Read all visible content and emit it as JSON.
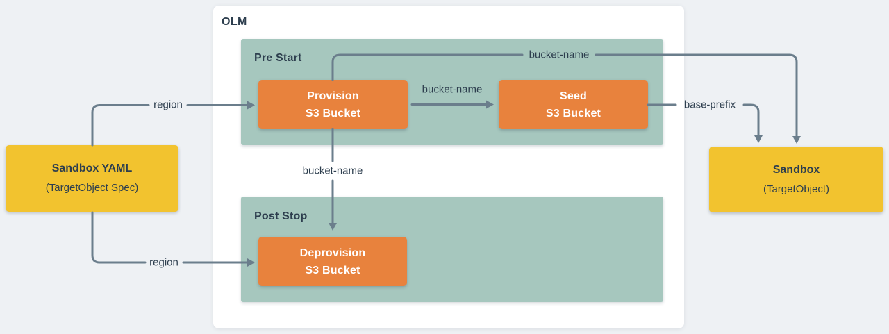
{
  "diagram": {
    "panel_title": "OLM",
    "groups": {
      "pre_start": {
        "label": "Pre Start"
      },
      "post_stop": {
        "label": "Post Stop"
      }
    },
    "nodes": {
      "sandbox_yaml": {
        "title": "Sandbox YAML",
        "subtitle": "(TargetObject Spec)"
      },
      "provision": {
        "line1": "Provision",
        "line2": "S3 Bucket"
      },
      "seed": {
        "line1": "Seed",
        "line2": "S3 Bucket"
      },
      "deprovision": {
        "line1": "Deprovision",
        "line2": "S3 Bucket"
      },
      "sandbox": {
        "title": "Sandbox",
        "subtitle": "(TargetObject)"
      }
    },
    "edge_labels": {
      "region_to_provision": "region",
      "region_to_deprovision": "region",
      "bucket_name_to_seed": "bucket-name",
      "bucket_name_to_sandbox": "bucket-name",
      "bucket_name_to_deprovision": "bucket-name",
      "base_prefix_to_sandbox": "base-prefix"
    },
    "colors": {
      "background": "#EEF1F4",
      "panel": "#FFFFFF",
      "group_fill": "#A6C7BE",
      "node_orange": "#E8823D",
      "node_yellow": "#F2C32F",
      "connector": "#6B7E8C",
      "text_dark": "#2D3E4E",
      "text_light": "#FFFFFF"
    }
  }
}
